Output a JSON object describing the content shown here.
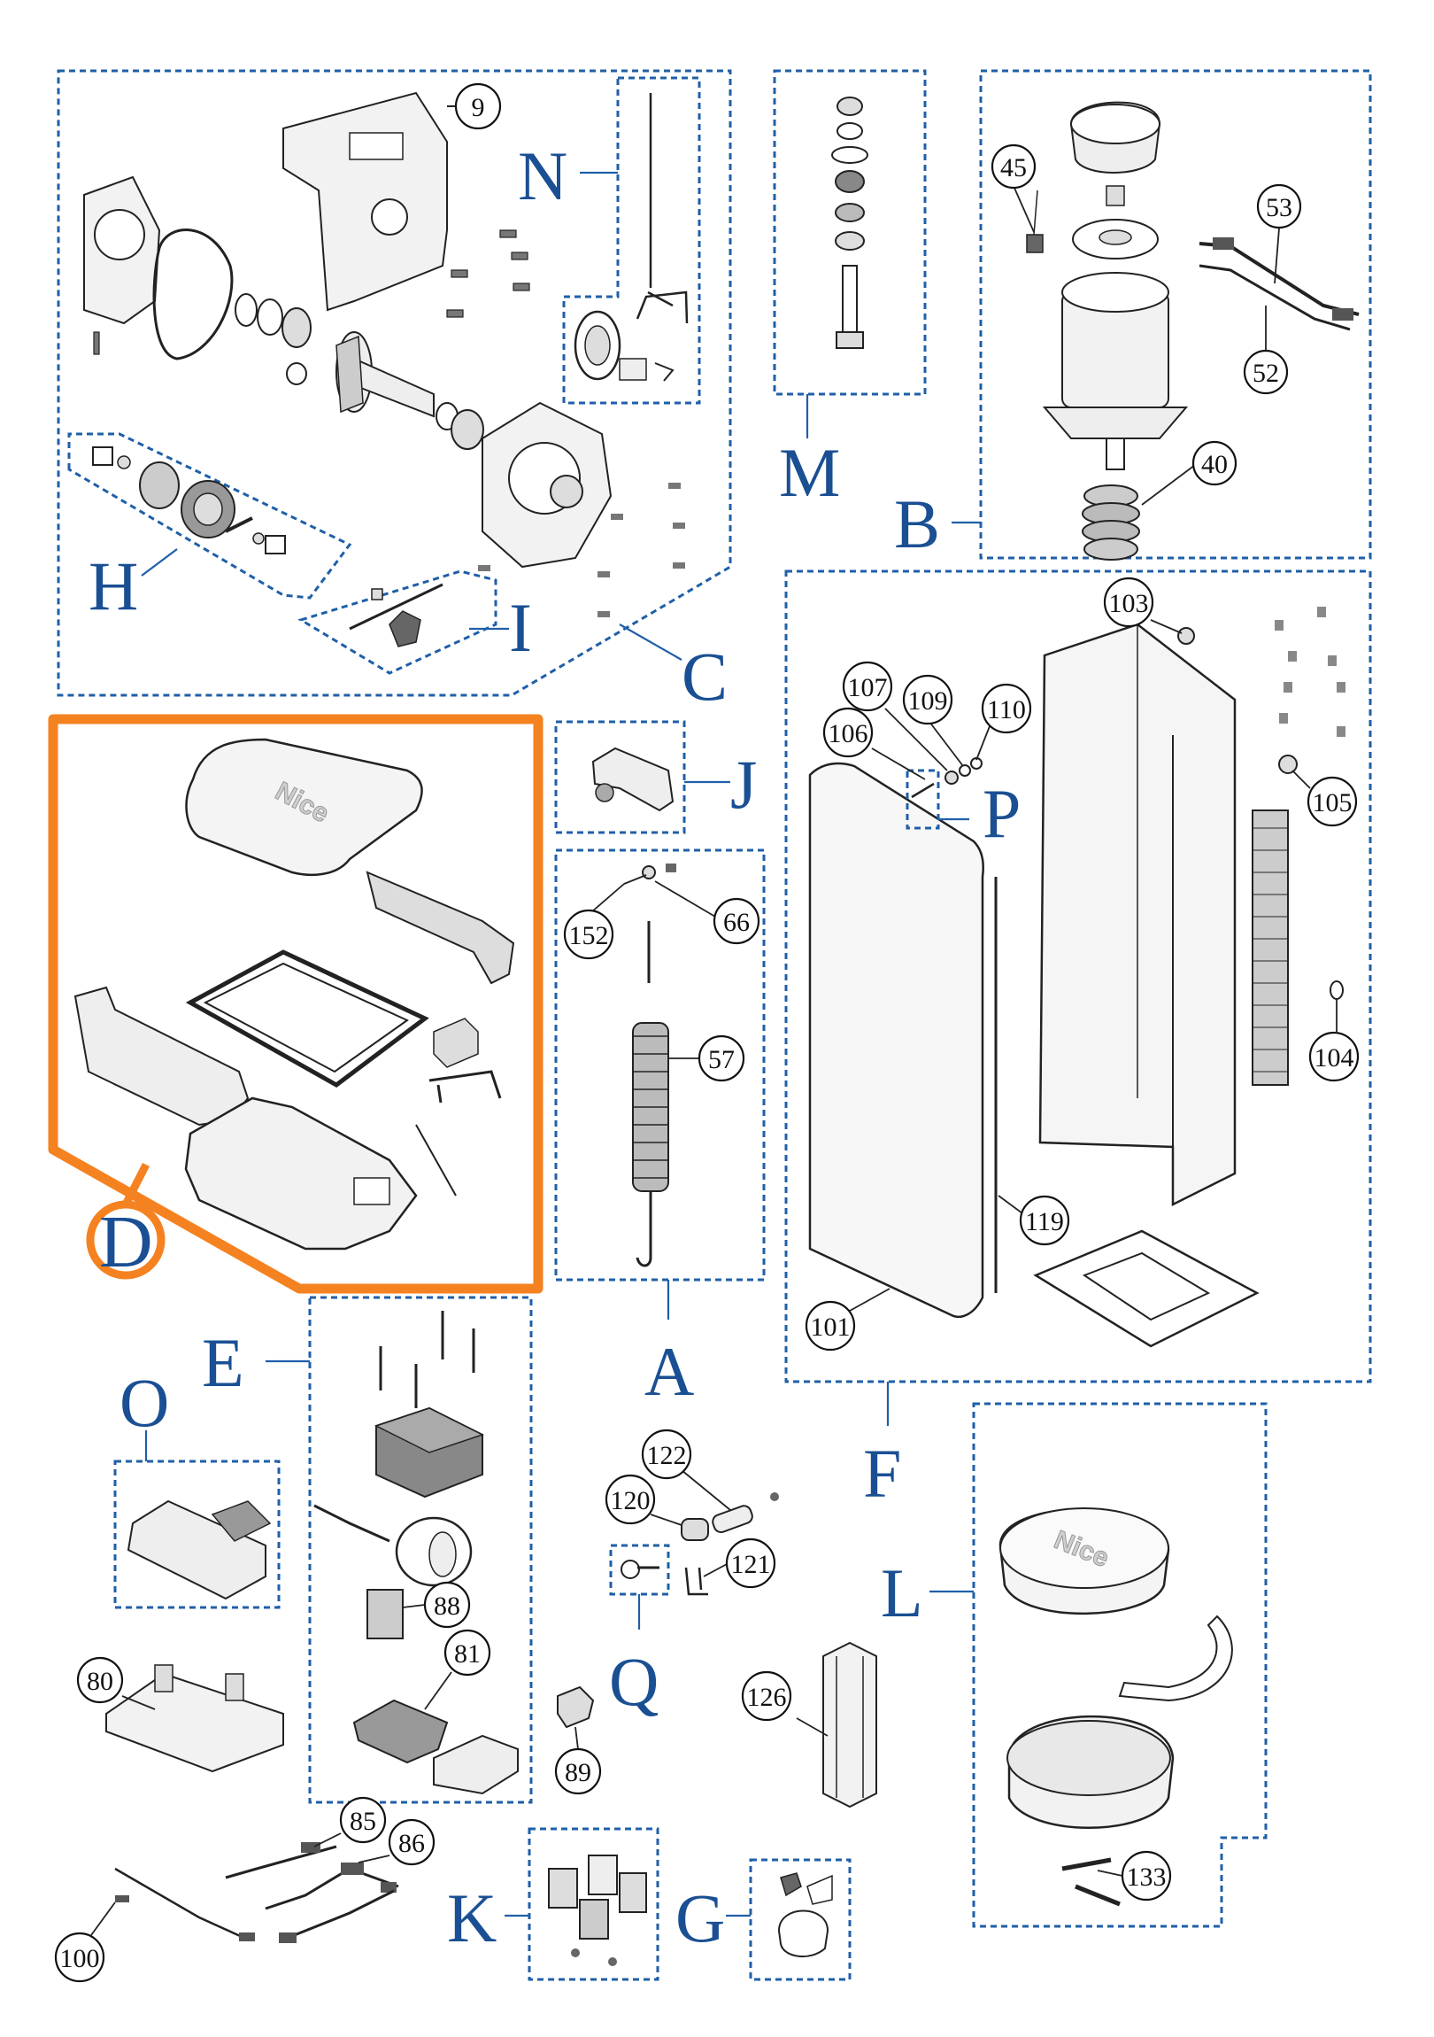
{
  "groups": {
    "N": "N",
    "M": "M",
    "B": "B",
    "H": "H",
    "I": "I",
    "C": "C",
    "J": "J",
    "P": "P",
    "A": "A",
    "F": "F",
    "E": "E",
    "O": "O",
    "Q": "Q",
    "L": "L",
    "K": "K",
    "G": "G",
    "D": "D"
  },
  "callouts": {
    "c9": "9",
    "c45": "45",
    "c53": "53",
    "c52": "52",
    "c40": "40",
    "c103": "103",
    "c107": "107",
    "c109": "109",
    "c110": "110",
    "c106": "106",
    "c105": "105",
    "c104": "104",
    "c152": "152",
    "c66": "66",
    "c57": "57",
    "c119": "119",
    "c101": "101",
    "c122": "122",
    "c120": "120",
    "c121": "121",
    "c88": "88",
    "c81": "81",
    "c80": "80",
    "c126": "126",
    "c89": "89",
    "c85": "85",
    "c86": "86",
    "c100": "100",
    "c133": "133"
  },
  "brand_text": "Nice",
  "colors": {
    "group_outline": "#1f5fa8",
    "group_letter": "#1a4f93",
    "highlight": "#f58220"
  }
}
